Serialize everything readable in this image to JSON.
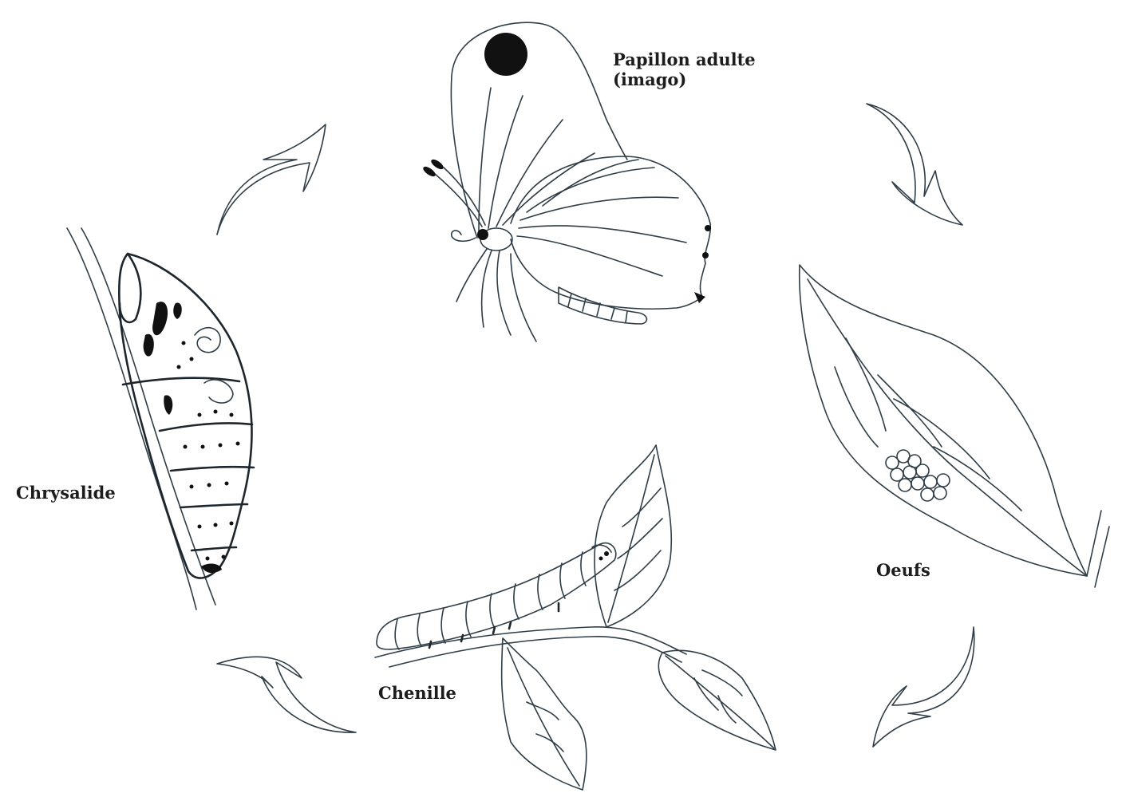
{
  "stages": {
    "adult_line1": "Papillon adulte",
    "adult_line2": "(imago)",
    "eggs": "Oeufs",
    "caterpillar": "Chenille",
    "chrysalis": "Chrysalide"
  },
  "colors": {
    "line": "#2f3d46",
    "ink": "#1c1c1c",
    "background": "#ffffff"
  }
}
